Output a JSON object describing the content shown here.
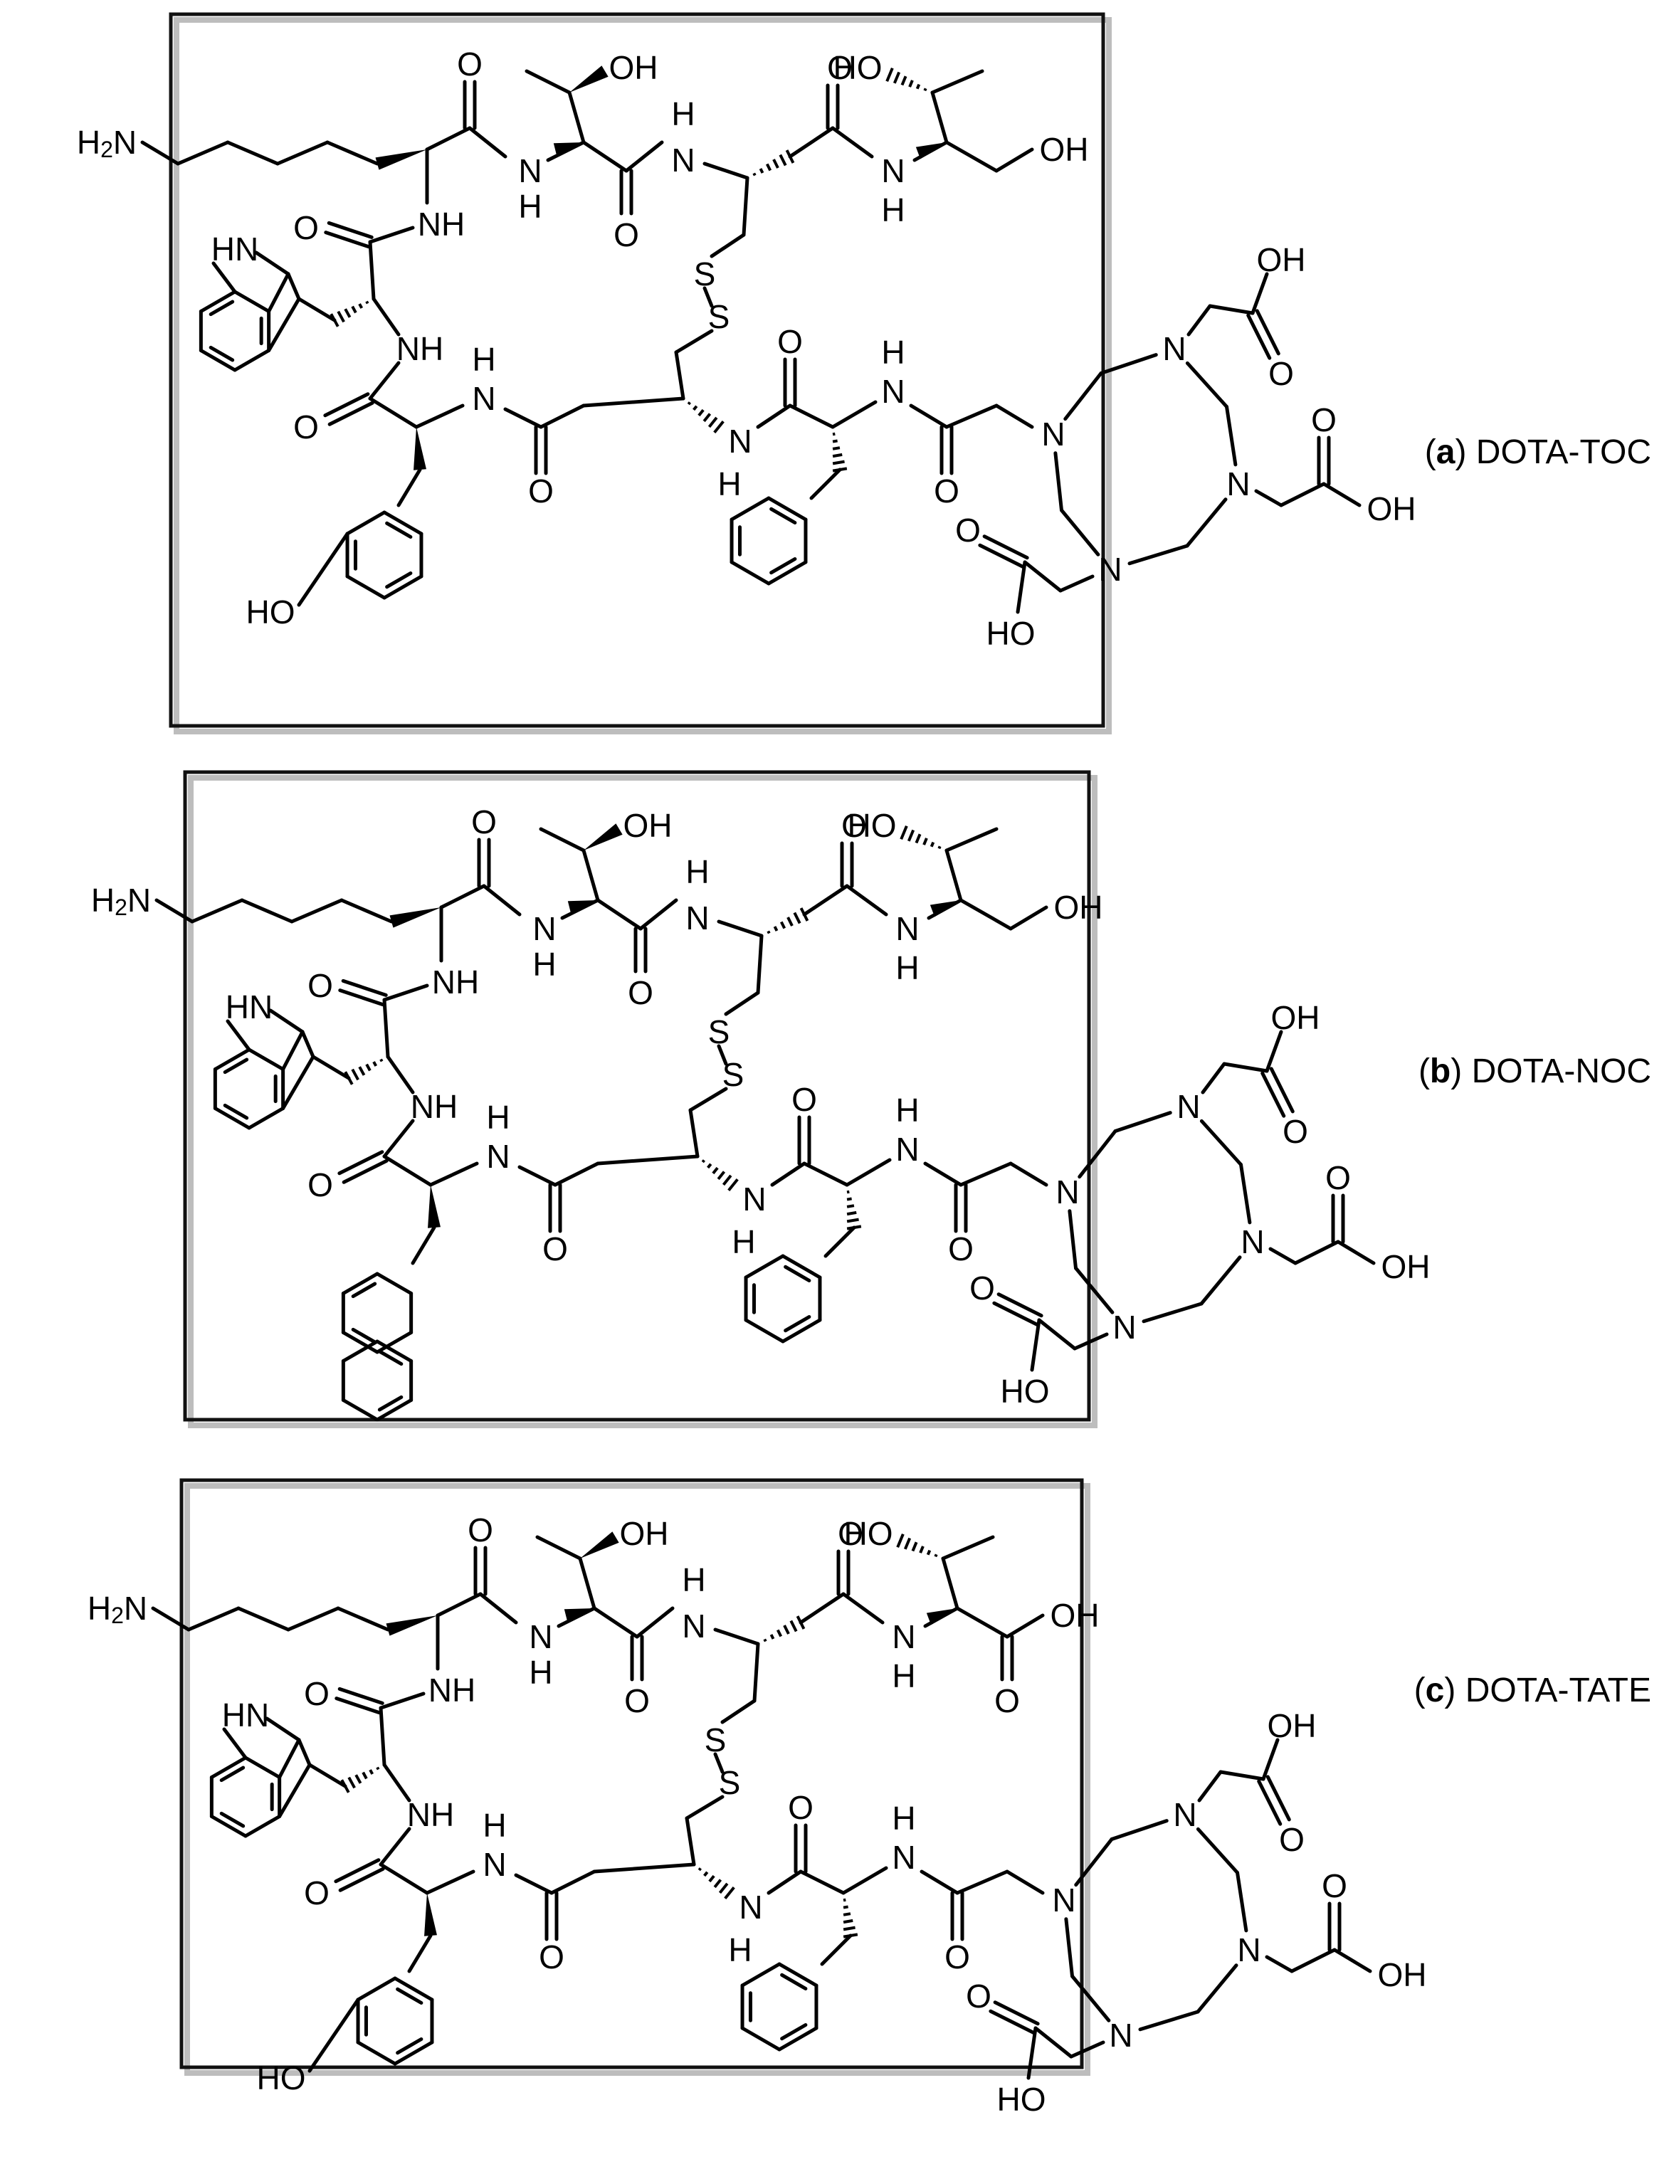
{
  "panels": [
    {
      "id": "a",
      "letter": "a",
      "name": "DOTA-TOC",
      "aryl_group": "hydroxyphenyl",
      "terminus": "threoninol",
      "atoms": {
        "amine": "H2N",
        "hydroxyl": "OH",
        "oxygen": "O",
        "nitrogen": "N",
        "nh": "NH",
        "h": "H",
        "sulfur": "S",
        "ho": "HO",
        "indole_nh": "HN"
      }
    },
    {
      "id": "b",
      "letter": "b",
      "name": "DOTA-NOC",
      "aryl_group": "naphthyl",
      "terminus": "threoninol",
      "atoms": {
        "amine": "H2N",
        "hydroxyl": "OH",
        "oxygen": "O",
        "nitrogen": "N",
        "nh": "NH",
        "h": "H",
        "sulfur": "S",
        "ho": "HO",
        "indole_nh": "HN"
      }
    },
    {
      "id": "c",
      "letter": "c",
      "name": "DOTA-TATE",
      "aryl_group": "hydroxyphenyl",
      "terminus": "threonine",
      "atoms": {
        "amine": "H2N",
        "hydroxyl": "OH",
        "oxygen": "O",
        "nitrogen": "N",
        "nh": "NH",
        "h": "H",
        "sulfur": "S",
        "ho": "HO",
        "indole_nh": "HN"
      }
    }
  ],
  "colors": {
    "ink": "#000000",
    "frame_shadow": "#bdbdbd",
    "background": "#ffffff"
  }
}
